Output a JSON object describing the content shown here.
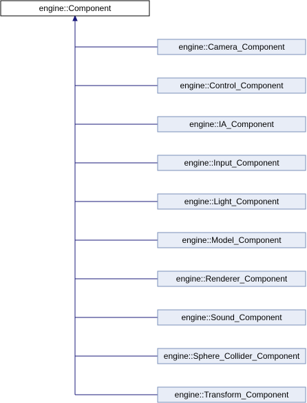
{
  "diagram": {
    "base_class": {
      "name": "engine::Component"
    },
    "derived_classes": [
      {
        "name": "engine::Camera_Component"
      },
      {
        "name": "engine::Control_Component"
      },
      {
        "name": "engine::IA_Component"
      },
      {
        "name": "engine::Input_Component"
      },
      {
        "name": "engine::Light_Component"
      },
      {
        "name": "engine::Model_Component"
      },
      {
        "name": "engine::Renderer_Component"
      },
      {
        "name": "engine::Sound_Component"
      },
      {
        "name": "engine::Sphere_Collider_Component"
      },
      {
        "name": "engine::Transform_Component"
      }
    ],
    "colors": {
      "base_box_fill": "#ffffff",
      "base_box_stroke": "#000000",
      "derived_box_fill": "#e8edf7",
      "derived_box_stroke": "#7a8fb8",
      "edge": "#19197a"
    }
  }
}
